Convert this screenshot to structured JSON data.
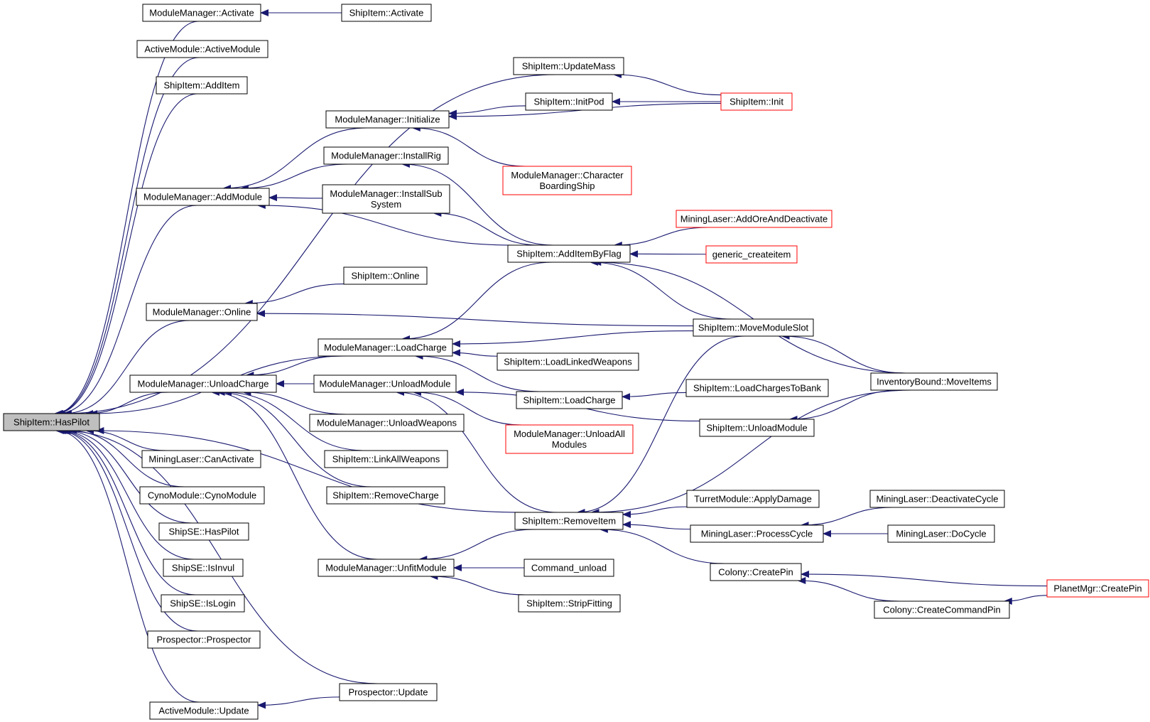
{
  "colors": {
    "edge": "#191970",
    "node_border": "#000000",
    "node_border_incomplete": "#ff0000",
    "focus_fill": "#bfbfbf",
    "node_fill": "#ffffff"
  },
  "nodes": {
    "haspilot": {
      "lines": [
        "ShipItem::HasPilot"
      ],
      "style": "focus"
    },
    "mm_activate": {
      "lines": [
        "ModuleManager::Activate"
      ],
      "style": "normal"
    },
    "si_activate": {
      "lines": [
        "ShipItem::Activate"
      ],
      "style": "normal"
    },
    "am_activemodule": {
      "lines": [
        "ActiveModule::ActiveModule"
      ],
      "style": "normal"
    },
    "si_additem": {
      "lines": [
        "ShipItem::AddItem"
      ],
      "style": "normal"
    },
    "si_updatemass": {
      "lines": [
        "ShipItem::UpdateMass"
      ],
      "style": "normal"
    },
    "si_init": {
      "lines": [
        "ShipItem::Init"
      ],
      "style": "incomplete"
    },
    "si_initpod": {
      "lines": [
        "ShipItem::InitPod"
      ],
      "style": "normal"
    },
    "mm_initialize": {
      "lines": [
        "ModuleManager::Initialize"
      ],
      "style": "normal"
    },
    "mm_installrig": {
      "lines": [
        "ModuleManager::InstallRig"
      ],
      "style": "normal"
    },
    "mm_charboarding": {
      "lines": [
        "ModuleManager::Character",
        "BoardingShip"
      ],
      "style": "incomplete"
    },
    "mm_addmodule": {
      "lines": [
        "ModuleManager::AddModule"
      ],
      "style": "normal"
    },
    "mm_installsub": {
      "lines": [
        "ModuleManager::InstallSub",
        "System"
      ],
      "style": "normal"
    },
    "ml_addore": {
      "lines": [
        "MiningLaser::AddOreAndDeactivate"
      ],
      "style": "incomplete"
    },
    "generic_createitem": {
      "lines": [
        "generic_createitem"
      ],
      "style": "incomplete"
    },
    "si_additembyflag": {
      "lines": [
        "ShipItem::AddItemByFlag"
      ],
      "style": "normal"
    },
    "si_online": {
      "lines": [
        "ShipItem::Online"
      ],
      "style": "normal"
    },
    "mm_online": {
      "lines": [
        "ModuleManager::Online"
      ],
      "style": "normal"
    },
    "si_movemoduleslot": {
      "lines": [
        "ShipItem::MoveModuleSlot"
      ],
      "style": "normal"
    },
    "mm_loadcharge": {
      "lines": [
        "ModuleManager::LoadCharge"
      ],
      "style": "normal"
    },
    "si_loadlinked": {
      "lines": [
        "ShipItem::LoadLinkedWeapons"
      ],
      "style": "normal"
    },
    "inv_moveitems": {
      "lines": [
        "InventoryBound::MoveItems"
      ],
      "style": "normal"
    },
    "mm_unloadcharge": {
      "lines": [
        "ModuleManager::UnloadCharge"
      ],
      "style": "normal"
    },
    "mm_unloadmodule": {
      "lines": [
        "ModuleManager::UnloadModule"
      ],
      "style": "normal"
    },
    "si_loadcharge": {
      "lines": [
        "ShipItem::LoadCharge"
      ],
      "style": "normal"
    },
    "si_loadchargestobank": {
      "lines": [
        "ShipItem::LoadChargesToBank"
      ],
      "style": "normal"
    },
    "mm_unloadweapons": {
      "lines": [
        "ModuleManager::UnloadWeapons"
      ],
      "style": "normal"
    },
    "si_unloadmodule": {
      "lines": [
        "ShipItem::UnloadModule"
      ],
      "style": "normal"
    },
    "mm_unloadall": {
      "lines": [
        "ModuleManager::UnloadAll",
        "Modules"
      ],
      "style": "incomplete"
    },
    "ml_canactivate": {
      "lines": [
        "MiningLaser::CanActivate"
      ],
      "style": "normal"
    },
    "si_linkall": {
      "lines": [
        "ShipItem::LinkAllWeapons"
      ],
      "style": "normal"
    },
    "cyno": {
      "lines": [
        "CynoModule::CynoModule"
      ],
      "style": "normal"
    },
    "si_removecharge": {
      "lines": [
        "ShipItem::RemoveCharge"
      ],
      "style": "normal"
    },
    "turret_applydamage": {
      "lines": [
        "TurretModule::ApplyDamage"
      ],
      "style": "normal"
    },
    "ml_deactivatecycle": {
      "lines": [
        "MiningLaser::DeactivateCycle"
      ],
      "style": "normal"
    },
    "sse_haspilot": {
      "lines": [
        "ShipSE::HasPilot"
      ],
      "style": "normal"
    },
    "si_removeitem": {
      "lines": [
        "ShipItem::RemoveItem"
      ],
      "style": "normal"
    },
    "ml_processcycle": {
      "lines": [
        "MiningLaser::ProcessCycle"
      ],
      "style": "normal"
    },
    "ml_docycle": {
      "lines": [
        "MiningLaser::DoCycle"
      ],
      "style": "normal"
    },
    "sse_isinvul": {
      "lines": [
        "ShipSE::IsInvul"
      ],
      "style": "normal"
    },
    "mm_unfitmodule": {
      "lines": [
        "ModuleManager::UnfitModule"
      ],
      "style": "normal"
    },
    "cmd_unload": {
      "lines": [
        "Command_unload"
      ],
      "style": "normal"
    },
    "colony_createpin": {
      "lines": [
        "Colony::CreatePin"
      ],
      "style": "normal"
    },
    "planet_createpin": {
      "lines": [
        "PlanetMgr::CreatePin"
      ],
      "style": "incomplete"
    },
    "sse_islogin": {
      "lines": [
        "ShipSE::IsLogin"
      ],
      "style": "normal"
    },
    "si_stripfitting": {
      "lines": [
        "ShipItem::StripFitting"
      ],
      "style": "normal"
    },
    "colony_createcmdpin": {
      "lines": [
        "Colony::CreateCommandPin"
      ],
      "style": "normal"
    },
    "prospector": {
      "lines": [
        "Prospector::Prospector"
      ],
      "style": "normal"
    },
    "prospector_update": {
      "lines": [
        "Prospector::Update"
      ],
      "style": "normal"
    },
    "am_update": {
      "lines": [
        "ActiveModule::Update"
      ],
      "style": "normal"
    }
  },
  "edges": [
    [
      "mm_activate",
      "haspilot"
    ],
    [
      "am_activemodule",
      "haspilot"
    ],
    [
      "si_additem",
      "haspilot"
    ],
    [
      "si_updatemass",
      "haspilot"
    ],
    [
      "mm_addmodule",
      "haspilot"
    ],
    [
      "mm_online",
      "haspilot"
    ],
    [
      "mm_loadcharge",
      "haspilot"
    ],
    [
      "mm_unloadcharge",
      "haspilot"
    ],
    [
      "si_removeitem",
      "haspilot"
    ],
    [
      "ml_canactivate",
      "haspilot"
    ],
    [
      "cyno",
      "haspilot"
    ],
    [
      "sse_haspilot",
      "haspilot"
    ],
    [
      "sse_isinvul",
      "haspilot"
    ],
    [
      "sse_islogin",
      "haspilot"
    ],
    [
      "prospector",
      "haspilot"
    ],
    [
      "prospector_update",
      "haspilot"
    ],
    [
      "am_update",
      "haspilot"
    ],
    [
      "si_activate",
      "mm_activate"
    ],
    [
      "si_init",
      "si_updatemass"
    ],
    [
      "si_init",
      "si_initpod"
    ],
    [
      "si_init",
      "mm_initialize"
    ],
    [
      "si_initpod",
      "mm_initialize"
    ],
    [
      "mm_charboarding",
      "mm_initialize"
    ],
    [
      "mm_initialize",
      "mm_addmodule"
    ],
    [
      "mm_installrig",
      "mm_addmodule"
    ],
    [
      "mm_installsub",
      "mm_addmodule"
    ],
    [
      "si_additembyflag",
      "mm_addmodule"
    ],
    [
      "si_additembyflag",
      "mm_installrig"
    ],
    [
      "si_additembyflag",
      "mm_installsub"
    ],
    [
      "ml_addore",
      "si_additembyflag"
    ],
    [
      "generic_createitem",
      "si_additembyflag"
    ],
    [
      "si_movemoduleslot",
      "si_additembyflag"
    ],
    [
      "inv_moveitems",
      "si_additembyflag"
    ],
    [
      "si_online",
      "mm_online"
    ],
    [
      "si_movemoduleslot",
      "mm_online"
    ],
    [
      "si_additembyflag",
      "mm_loadcharge"
    ],
    [
      "si_movemoduleslot",
      "mm_loadcharge"
    ],
    [
      "si_loadlinked",
      "mm_loadcharge"
    ],
    [
      "si_loadcharge",
      "mm_loadcharge"
    ],
    [
      "mm_loadcharge",
      "mm_unloadcharge"
    ],
    [
      "mm_unloadmodule",
      "mm_unloadcharge"
    ],
    [
      "mm_unloadweapons",
      "mm_unloadcharge"
    ],
    [
      "si_linkall",
      "mm_unloadcharge"
    ],
    [
      "si_removecharge",
      "mm_unloadcharge"
    ],
    [
      "mm_unfitmodule",
      "mm_unloadcharge"
    ],
    [
      "inv_moveitems",
      "si_movemoduleslot"
    ],
    [
      "si_loadchargestobank",
      "si_loadcharge"
    ],
    [
      "inv_moveitems",
      "si_unloadmodule"
    ],
    [
      "si_unloadmodule",
      "mm_unloadmodule"
    ],
    [
      "mm_unloadall",
      "mm_unloadmodule"
    ],
    [
      "si_removeitem",
      "mm_unloadmodule"
    ],
    [
      "si_movemoduleslot",
      "si_removeitem"
    ],
    [
      "inv_moveitems",
      "si_removeitem"
    ],
    [
      "turret_applydamage",
      "si_removeitem"
    ],
    [
      "ml_processcycle",
      "si_removeitem"
    ],
    [
      "colony_createpin",
      "si_removeitem"
    ],
    [
      "ml_deactivatecycle",
      "ml_processcycle"
    ],
    [
      "ml_docycle",
      "ml_processcycle"
    ],
    [
      "si_removeitem",
      "mm_unfitmodule"
    ],
    [
      "cmd_unload",
      "mm_unfitmodule"
    ],
    [
      "si_stripfitting",
      "mm_unfitmodule"
    ],
    [
      "planet_createpin",
      "colony_createpin"
    ],
    [
      "colony_createcmdpin",
      "colony_createpin"
    ],
    [
      "planet_createpin",
      "colony_createcmdpin"
    ],
    [
      "prospector_update",
      "am_update"
    ]
  ]
}
